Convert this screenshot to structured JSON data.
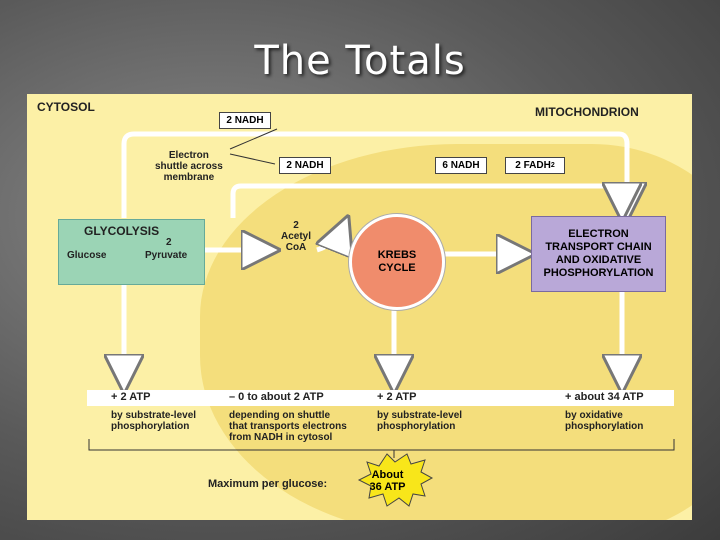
{
  "slide": {
    "title": "The Totals"
  },
  "diagram": {
    "cytosol_label": "CYTOSOL",
    "mitochondrion_label": "MITOCHONDRION",
    "nadh_top": "2 NADH",
    "shuttle_note": [
      "Electron",
      "shuttle across",
      "membrane"
    ],
    "nadh_mid": "2 NADH",
    "nadh_six": "6 NADH",
    "fadh": "2 FADH",
    "fadh_sub": "2",
    "glycolysis": {
      "title": "GLYCOLYSIS",
      "left": "Glucose",
      "count": "2",
      "right": "Pyruvate"
    },
    "acetyl": [
      "2",
      "Acetyl",
      "CoA"
    ],
    "krebs": [
      "KREBS",
      "CYCLE"
    ],
    "etc": [
      "ELECTRON",
      "TRANSPORT CHAIN",
      "AND OXIDATIVE",
      "PHOSPHORYLATION"
    ],
    "atp": [
      {
        "value": "+ 2 ATP",
        "note": [
          "by substrate-level",
          "phosphorylation"
        ]
      },
      {
        "value": "– 0 to about 2 ATP",
        "note": [
          "depending on shuttle",
          "that transports electrons",
          "from NADH in cytosol"
        ]
      },
      {
        "value": "+ 2 ATP",
        "note": [
          "by substrate-level",
          "phosphorylation"
        ]
      },
      {
        "value": "+ about 34 ATP",
        "note": [
          "by oxidative",
          "phosphorylation"
        ]
      }
    ],
    "max_label": "Maximum per glucose:",
    "total": [
      "About",
      "36 ATP"
    ]
  }
}
